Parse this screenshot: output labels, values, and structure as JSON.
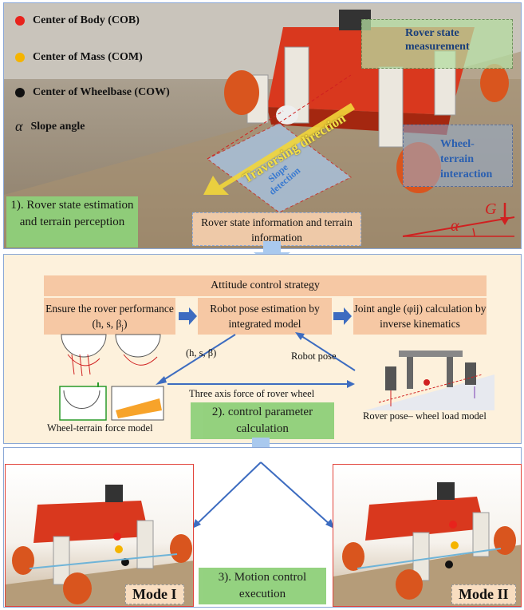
{
  "legend": [
    {
      "label": "Center of Body (COB)",
      "color": "#e8231c"
    },
    {
      "label": "Center of Mass (COM)",
      "color": "#f5b400"
    },
    {
      "label": "Center of Wheelbase (COW)",
      "color": "#111111"
    }
  ],
  "slope_symbol": "α",
  "slope_label": "Slope angle",
  "top": {
    "rover_state_measurement": "Rover state measurement",
    "traversing_direction": "Traversing direction",
    "slope_detection": "Slope detection",
    "wheel_terrain_interaction": "Wheel-terrain interaction",
    "step1": "1). Rover state estimation and terrain perception",
    "info_box": "Rover state information and terrain information",
    "gravity_symbol": "G",
    "alpha_symbol": "α"
  },
  "middle": {
    "strategy_header": "Attitude control strategy",
    "box_left": "Ensure the rover performance  (h, s, β",
    "box_left_sub": "j",
    "box_left_close": ")",
    "box_center": "Robot pose estimation by integrated model",
    "box_right": "Joint angle (φij) calculation by inverse kinematics",
    "hsb_label": "(h, s, β)",
    "robot_pose_label": "Robot pose",
    "three_axis_label": "Three axis force of rover wheel",
    "left_model_caption": "Wheel-terrain force model",
    "right_model_caption": "Rover pose– wheel load model",
    "step2": "2). control parameter calculation"
  },
  "bottom": {
    "mode1": "Mode I",
    "mode2": "Mode II",
    "step3": "3). Motion control execution"
  },
  "colors": {
    "accent_blue": "#3d6cc0",
    "green": "#8fd07a",
    "peach": "#f6c8a4",
    "rover_red": "#d9381e"
  }
}
